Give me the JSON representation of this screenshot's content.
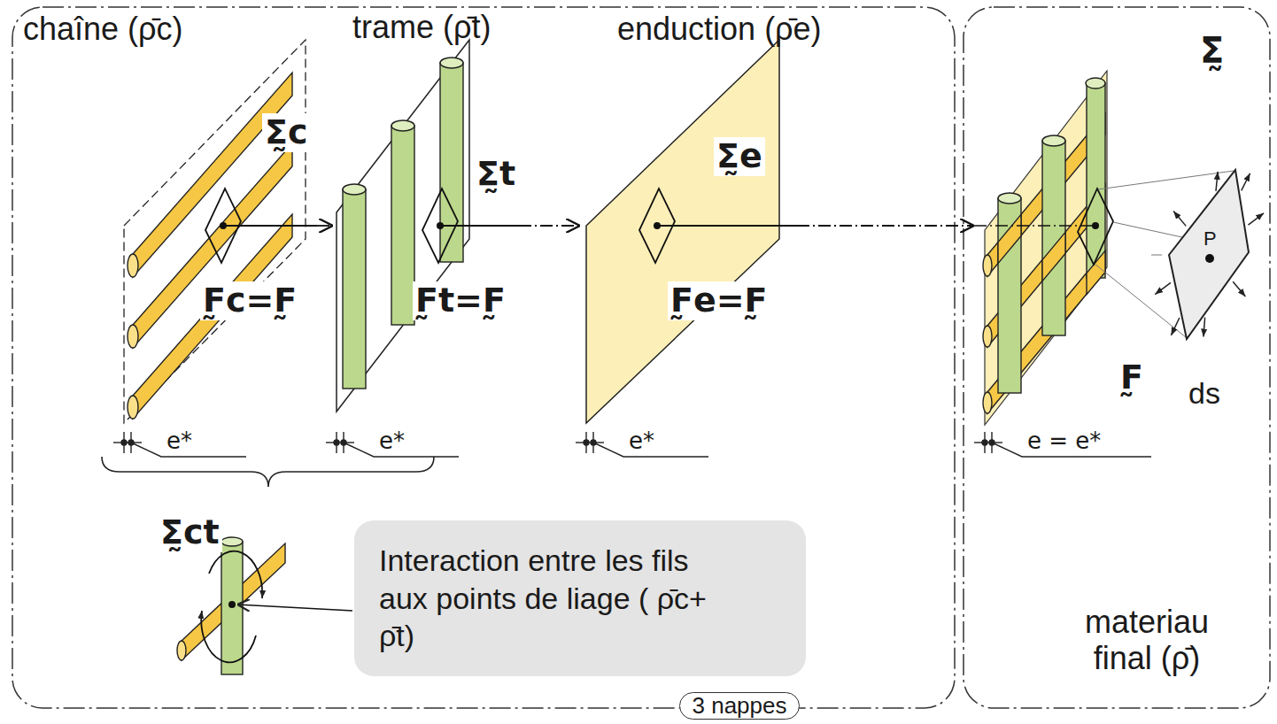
{
  "diagram": {
    "nodes": [
      {
        "text": [
          "3 nappes"
        ]
      },
      {
        "text": [
          "chaîne (ρ̄c)",
          "Σ̰c",
          "F̰c=F̰"
        ],
        "in": 0
      },
      {
        "text": [
          "trame (ρ̄t)",
          "Σ̰t",
          "F̰t=F̰"
        ],
        "in": 0
      },
      {
        "text": [
          "enduction (ρ̄e)",
          "Σ̰e",
          "F̰e=F̰"
        ],
        "in": 0
      },
      {
        "text": [
          "Interaction entre les fils aux points de liage ( ρ̄c+ ρ̄t)"
        ],
        "in": 0
      },
      {
        "text": [
          "materiau final (ρ̄)"
        ]
      },
      {
        "text": [
          "F̰"
        ],
        "in": 5
      },
      {
        "text": [
          "Σ̰",
          "P",
          "ds"
        ],
        "in": 5
      }
    ],
    "edges": [
      {
        "from": 1,
        "to": 2,
        "arrow": "to"
      },
      {
        "from": 2,
        "to": 3,
        "arrow": "to"
      },
      {
        "from": 3,
        "to": 6,
        "arrow": "to"
      },
      {
        "from": 6,
        "to": 7,
        "arrow": "none"
      }
    ],
    "labels": [
      "e*",
      "e*",
      "e*",
      "e = e*",
      "Σ̰ct"
    ]
  }
}
